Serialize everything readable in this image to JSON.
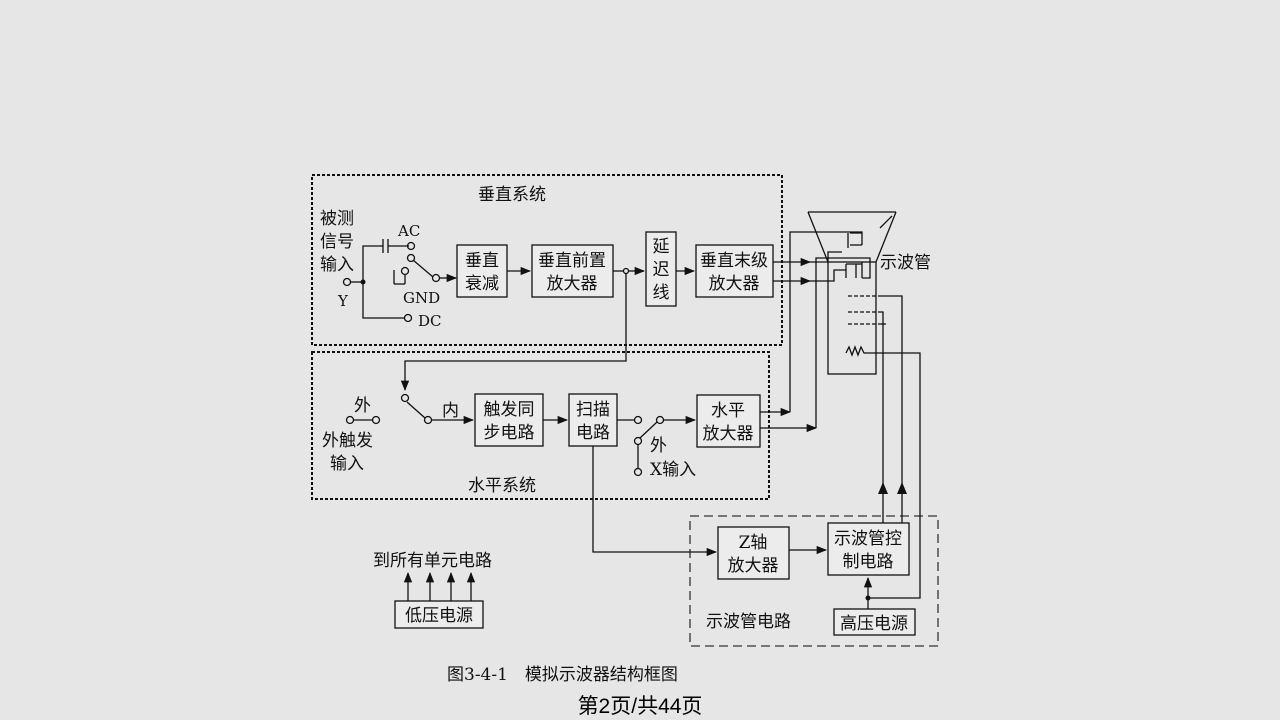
{
  "diagram": {
    "vertical_system": {
      "title": "垂直系统",
      "input_label": [
        "被测",
        "信号",
        "输入"
      ],
      "y_label": "Y",
      "ac": "AC",
      "gnd": "GND",
      "dc": "DC",
      "attenuator": [
        "垂直",
        "衰减"
      ],
      "preamp": [
        "垂直前置",
        "放大器"
      ],
      "delay_line": [
        "延",
        "迟",
        "线"
      ],
      "final_amp": [
        "垂直末级",
        "放大器"
      ]
    },
    "horizontal_system": {
      "title": "水平系统",
      "ext_trigger": [
        "外触发",
        "输入"
      ],
      "wai": "外",
      "nei": "内",
      "trigger_sync": [
        "触发同",
        "步电路"
      ],
      "sweep": [
        "扫描",
        "电路"
      ],
      "wai2": "外",
      "x_input": "X输入",
      "h_amp": [
        "水平",
        "放大器"
      ]
    },
    "crt": {
      "label": "示波管"
    },
    "crt_circuit": {
      "title": "示波管电路",
      "z_amp": [
        "Z轴",
        "放大器"
      ],
      "control": [
        "示波管控",
        "制电路"
      ],
      "hv_supply": "高压电源"
    },
    "low_voltage": {
      "to_all": "到所有单元电路",
      "supply": "低压电源"
    },
    "caption": "图3-4-1　模拟示波器结构框图"
  },
  "footer": "第2页/共44页"
}
